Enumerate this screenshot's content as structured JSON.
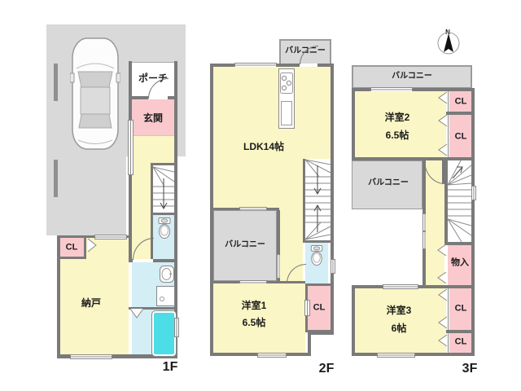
{
  "compass": {
    "north": "N"
  },
  "floor1": {
    "floor_label": "1F",
    "porch": "ポーチ",
    "entrance": "玄関",
    "closet": "CL",
    "storage_room": "納戸"
  },
  "floor2": {
    "floor_label": "2F",
    "balcony_top": "バルコニー",
    "ldk": "LDK14帖",
    "balcony_mid": "バルコニー",
    "bedroom1_name": "洋室1",
    "bedroom1_size": "6.5帖",
    "closet": "CL"
  },
  "floor3": {
    "floor_label": "3F",
    "balcony_top": "バルコニー",
    "bedroom2_name": "洋室2",
    "bedroom2_size": "6.5帖",
    "closet_top1": "CL",
    "closet_top2": "CL",
    "balcony_mid": "バルコニー",
    "storage": "物入",
    "bedroom3_name": "洋室3",
    "bedroom3_size": "6帖",
    "closet_bottom1": "CL",
    "closet_bottom2": "CL"
  },
  "colors": {
    "wall": "#7a7a7a",
    "yellow": "#faf6c5",
    "pink": "#f9c9ce",
    "gray": "#d9d9d9",
    "blue": "#d4eef6",
    "cyan": "#4ddde6"
  }
}
